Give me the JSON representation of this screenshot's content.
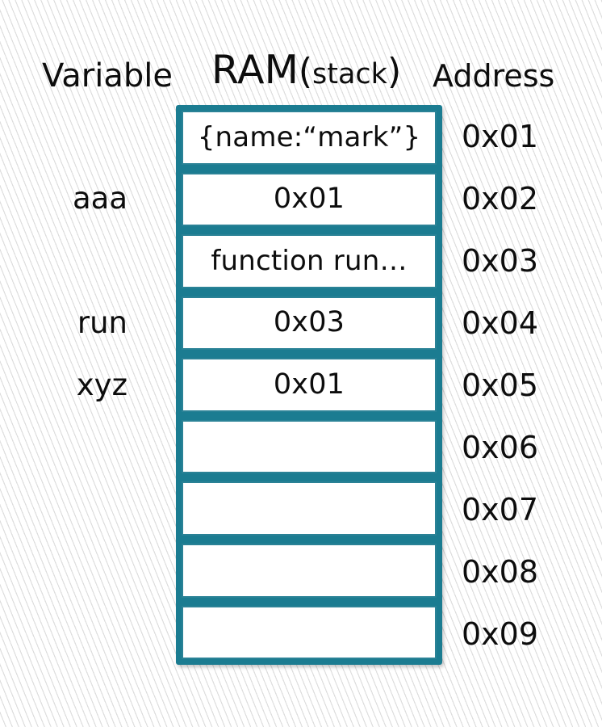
{
  "colors": {
    "frame_teal": "#1b7c91",
    "cell_border_teal": "#2a8296",
    "text": "#0d0d0d",
    "background": "#ffffff",
    "stripe": "#d8d8d8"
  },
  "headers": {
    "variable": "Variable",
    "ram_main": "RAM",
    "ram_paren_open": "(",
    "ram_sub": "stack",
    "ram_paren_close": ")",
    "address": "Address"
  },
  "rows": [
    {
      "variable": "",
      "value": "{name:“mark”}",
      "address": "0x01"
    },
    {
      "variable": "aaa",
      "value": "0x01",
      "address": "0x02"
    },
    {
      "variable": "",
      "value": "function run…",
      "address": "0x03"
    },
    {
      "variable": "run",
      "value": "0x03",
      "address": "0x04"
    },
    {
      "variable": "xyz",
      "value": "0x01",
      "address": "0x05"
    },
    {
      "variable": "",
      "value": "",
      "address": "0x06"
    },
    {
      "variable": "",
      "value": "",
      "address": "0x07"
    },
    {
      "variable": "",
      "value": "",
      "address": "0x08"
    },
    {
      "variable": "",
      "value": "",
      "address": "0x09"
    }
  ]
}
